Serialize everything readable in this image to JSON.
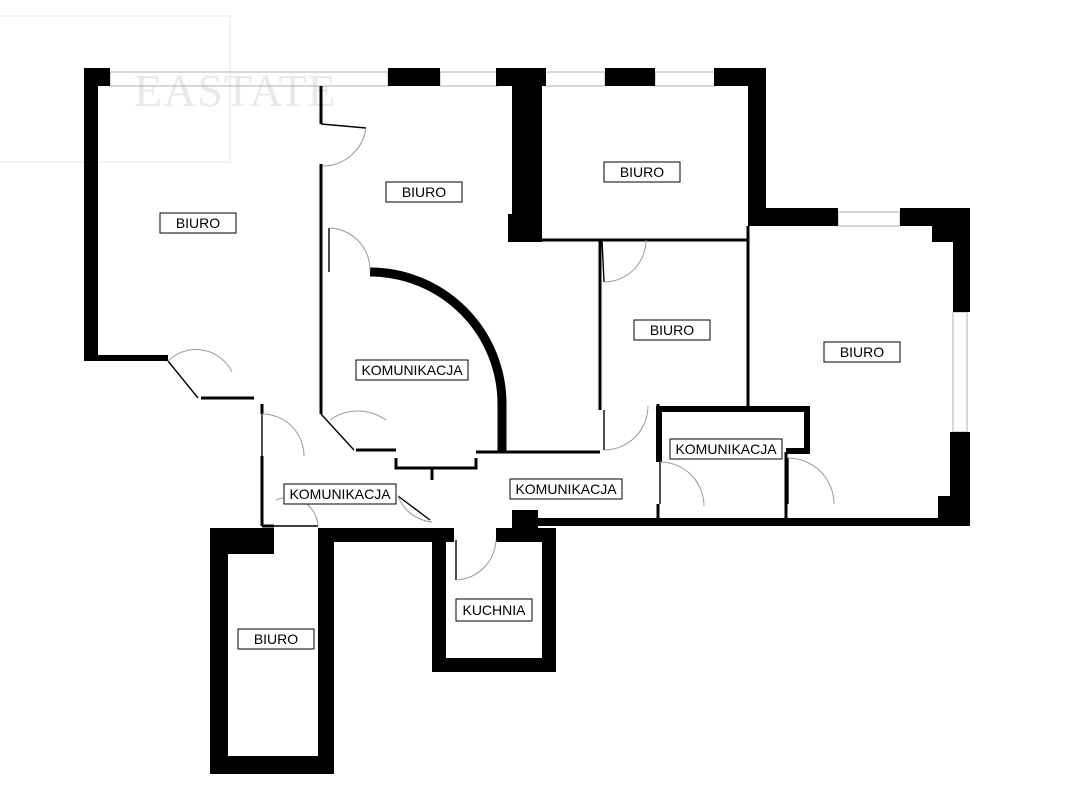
{
  "watermark": "EASTATE",
  "rooms": [
    {
      "id": "biuro-1",
      "label": "BIURO"
    },
    {
      "id": "biuro-2",
      "label": "BIURO"
    },
    {
      "id": "biuro-3",
      "label": "BIURO"
    },
    {
      "id": "biuro-4",
      "label": "BIURO"
    },
    {
      "id": "biuro-5",
      "label": "BIURO"
    },
    {
      "id": "biuro-6",
      "label": "BIURO"
    },
    {
      "id": "komunikacja-1",
      "label": "KOMUNIKACJA"
    },
    {
      "id": "komunikacja-2",
      "label": "KOMUNIKACJA"
    },
    {
      "id": "komunikacja-3",
      "label": "KOMUNIKACJA"
    },
    {
      "id": "komunikacja-4",
      "label": "KOMUNIKACJA"
    },
    {
      "id": "kuchnia",
      "label": "KUCHNIA"
    }
  ]
}
